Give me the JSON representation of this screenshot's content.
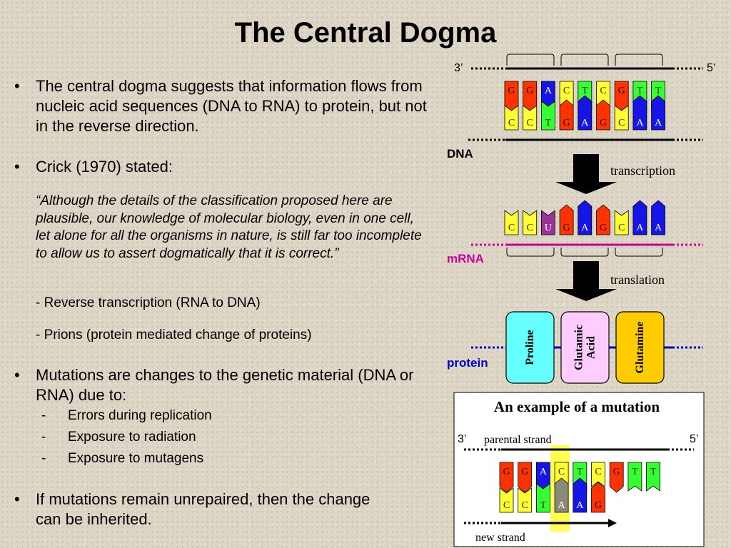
{
  "slide": {
    "title": "The Central Dogma",
    "bullets": {
      "b1": "The central dogma suggests that information flows from nucleic acid sequences (DNA to RNA) to protein, but not in the reverse direction.",
      "b2": "Crick (1970) stated:",
      "quote": "“Although the details of the classification proposed here are plausible, our knowledge of molecular biology, even in one cell, let alone for all the organisms in nature, is still far too incomplete to allow us to assert dogmatically that it is correct.”",
      "note1": "- Reverse transcription (RNA to DNA)",
      "note2": "- Prions (protein mediated change of proteins)",
      "b3": "Mutations are changes to the genetic material (DNA or RNA) due to:",
      "sub1": "Errors during replication",
      "sub2": "Exposure to radiation",
      "sub3": "Exposure to mutagens",
      "b4": "If mutations remain unrepaired, then the change can be inherited.",
      "dot": "•",
      "dash": "-"
    }
  },
  "diagram": {
    "end_3": "3’",
    "end_5": "5’",
    "dna_label": "DNA",
    "mrna_label": "mRNA",
    "protein_label": "protein",
    "transcription_label": "transcription",
    "translation_label": "translation",
    "dna_top": [
      "G",
      "G",
      "A",
      "C",
      "T",
      "C",
      "G",
      "T",
      "T"
    ],
    "dna_bottom": [
      "C",
      "C",
      "T",
      "G",
      "A",
      "G",
      "C",
      "A",
      "A"
    ],
    "mrna_bases": [
      "C",
      "C",
      "U",
      "G",
      "A",
      "G",
      "C",
      "A",
      "A"
    ],
    "amino_acids": [
      {
        "name": "Proline",
        "color": "#66ffff"
      },
      {
        "name": "Glutamic\nAcid",
        "color": "#ffccff"
      },
      {
        "name": "Glutamine",
        "color": "#ffcc00"
      }
    ],
    "base_colors": {
      "A": "#1515e6",
      "G": "#ff3300",
      "C": "#ffff33",
      "T": "#33ff33",
      "U": "#993399"
    },
    "dna_label_color": "#000000",
    "mrna_label_color": "#cc0099",
    "protein_label_color": "#0000cc"
  },
  "mutation": {
    "title": "An example of a mutation",
    "end_3": "3’",
    "end_5": "5’",
    "parental_label": "parental strand",
    "new_label": "new strand",
    "top_bases": [
      "G",
      "G",
      "A",
      "C",
      "T",
      "C",
      "G",
      "T",
      "T"
    ],
    "bottom_bases": [
      "C",
      "C",
      "T",
      "A",
      "A",
      "G"
    ],
    "mutated_index": 3,
    "highlight_color": "#ffff33"
  }
}
